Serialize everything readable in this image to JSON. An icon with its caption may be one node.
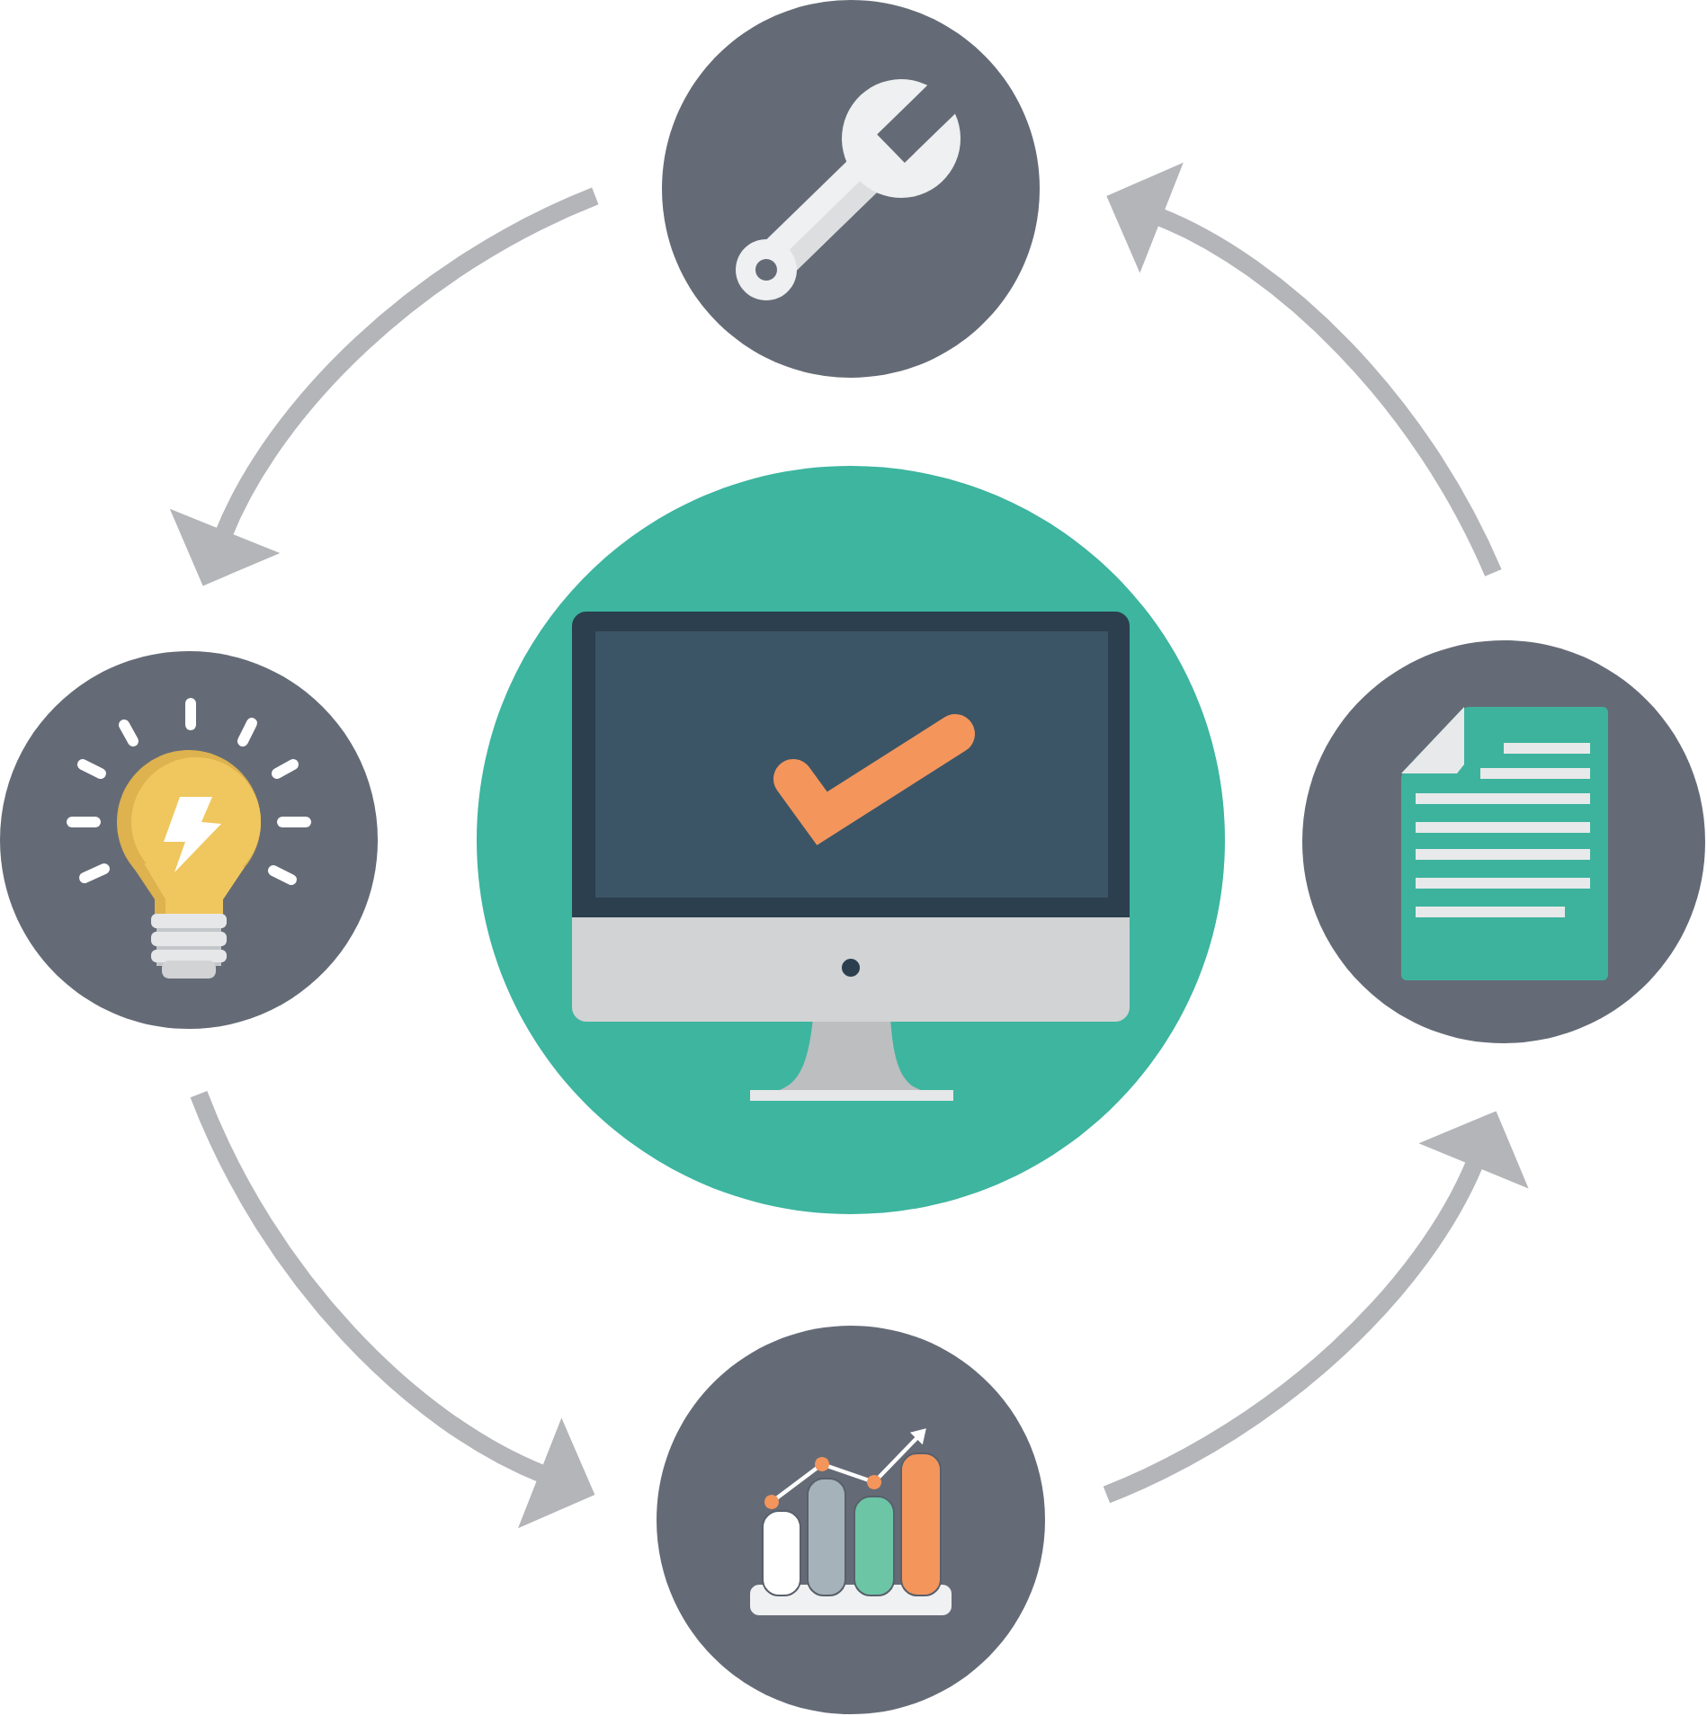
{
  "diagram": {
    "nodes": [
      {
        "text": [],
        "shape": "circle"
      },
      {
        "text": [],
        "shape": "circle"
      },
      {
        "text": [],
        "shape": "circle"
      },
      {
        "text": [],
        "shape": "circle"
      },
      {
        "text": [],
        "shape": "circle"
      }
    ],
    "edges": [
      {
        "from": 0,
        "to": 1,
        "arrow": "to"
      },
      {
        "from": 1,
        "to": 4,
        "arrow": "to"
      },
      {
        "from": 4,
        "to": 3,
        "arrow": "to"
      },
      {
        "from": 3,
        "to": 0,
        "arrow": "to"
      }
    ]
  }
}
